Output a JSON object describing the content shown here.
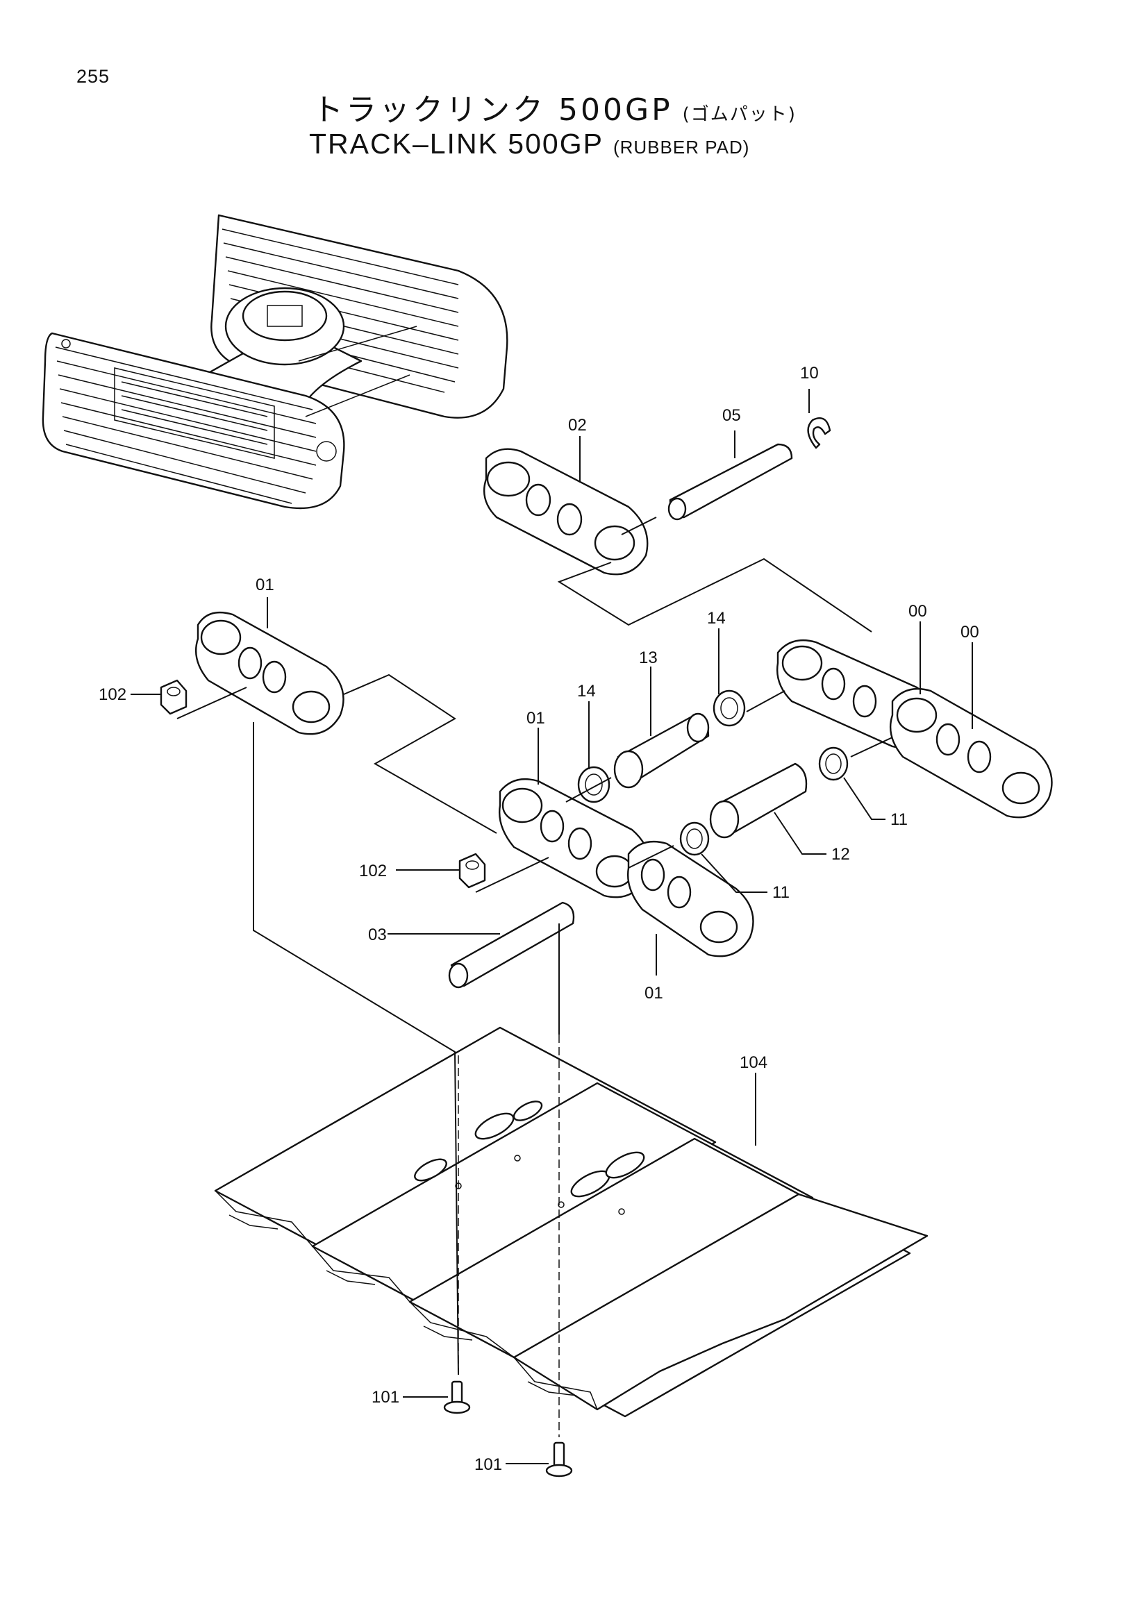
{
  "page_number": "255",
  "title_jp": {
    "main": "トラックリンク 500GP",
    "sub": "(ゴムパット)"
  },
  "title_en": {
    "main": "TRACK–LINK 500GP",
    "sub": "(RUBBER PAD)"
  },
  "callouts": {
    "c10": "10",
    "c05": "05",
    "c02": "02",
    "c01a": "01",
    "c102a": "102",
    "c00a": "00",
    "c00b": "00",
    "c14a": "14",
    "c13": "13",
    "c14b": "14",
    "c01b": "01",
    "c11a": "11",
    "c12": "12",
    "c102b": "102",
    "c11b": "11",
    "c03": "03",
    "c01c": "01",
    "c104": "104",
    "c101a": "101",
    "c101b": "101"
  }
}
